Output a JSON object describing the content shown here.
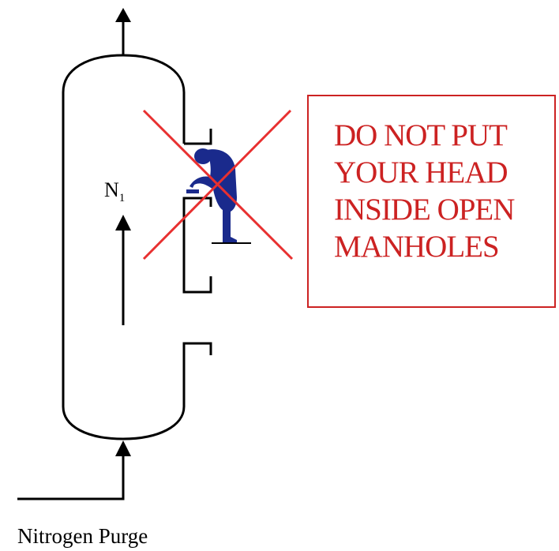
{
  "warning": {
    "lines": [
      "DO NOT PUT",
      "YOUR HEAD",
      "INSIDE OPEN",
      "MANHOLES"
    ],
    "color": "#cc2222"
  },
  "labels": {
    "gas_symbol": "N",
    "gas_subscript": "1",
    "inlet": "Nitrogen Purge"
  },
  "colors": {
    "vessel_stroke": "#000000",
    "cross": "#e83030",
    "person": "#1a2a8c"
  }
}
